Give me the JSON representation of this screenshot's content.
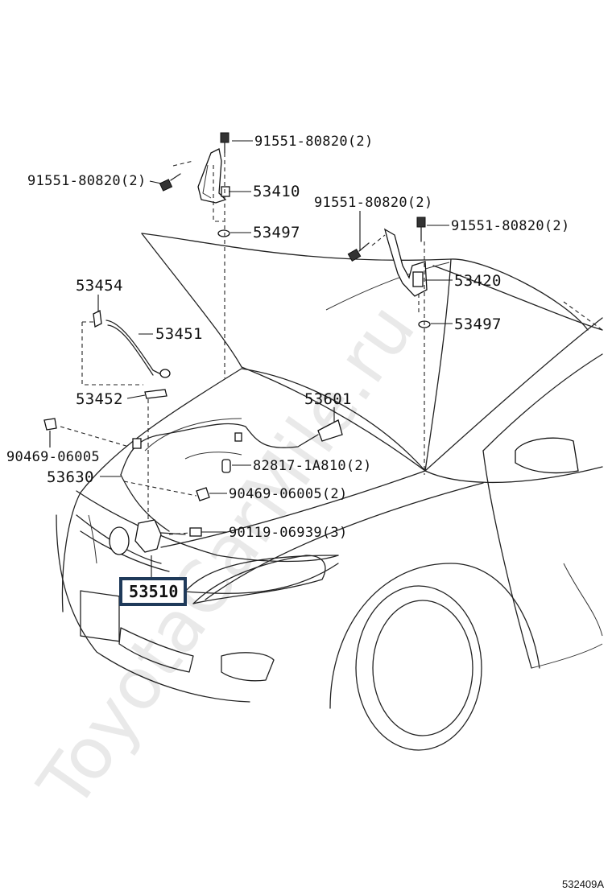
{
  "watermark": "ToyotaCarMile.ru",
  "diagram_code": "532409A",
  "highlight_color": "#1f3a5a",
  "labels": {
    "bolt_hinge_left_top": "91551-80820(2)",
    "bolt_hinge_left_side": "91551-80820(2)",
    "hinge_left": "53410",
    "washer_left": "53497",
    "bolt_hinge_right_side": "91551-80820(2)",
    "bolt_hinge_right_top": "91551-80820(2)",
    "hinge_right": "53420",
    "washer_right": "53497",
    "clip_support": "53454",
    "hood_support_rod": "53451",
    "rod_holder": "53452",
    "release_lever": "53601",
    "clip_left": "90469-06005",
    "release_cable": "53630",
    "cable_clamp": "82817-1A810(2)",
    "clip_cable": "90469-06005(2)",
    "bolt_lock": "90119-06939(3)",
    "hood_lock": "53510"
  }
}
